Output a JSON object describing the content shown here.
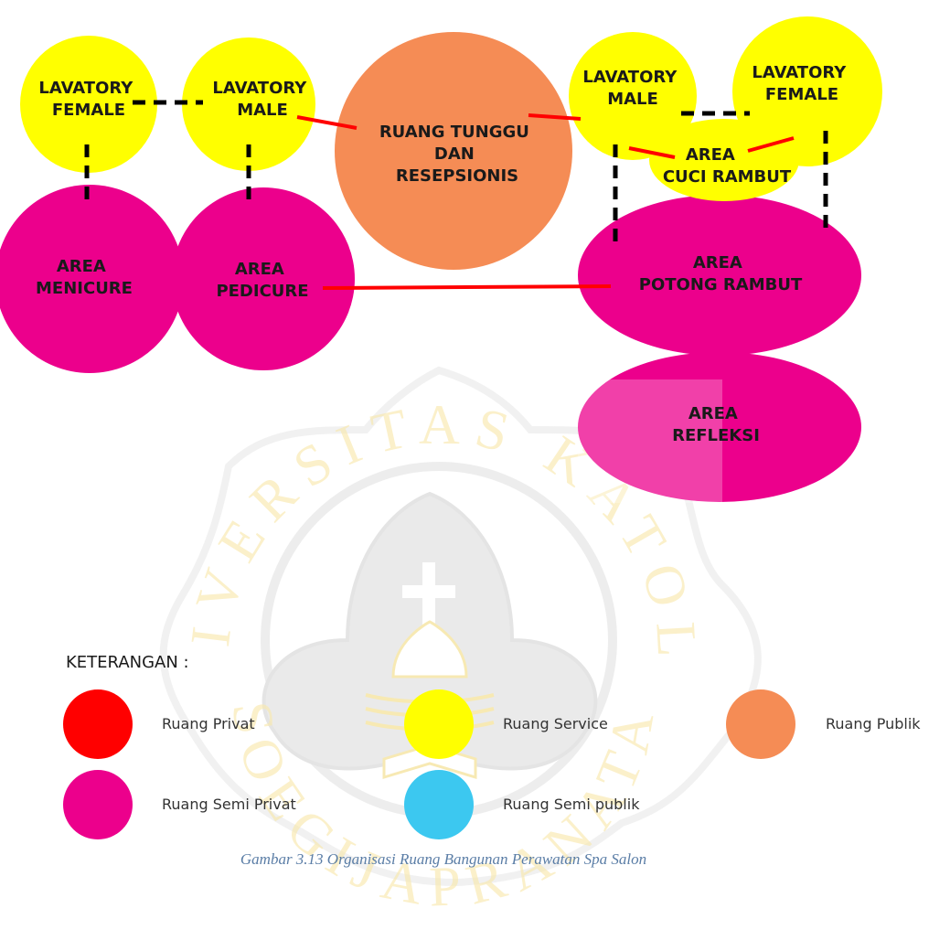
{
  "colors": {
    "service": "#ffff00",
    "semi_private": "#ec008c",
    "public": "#f58c55",
    "private": "#ff0000",
    "semi_public": "#3cc8f0",
    "private_link": "#ff0000",
    "service_link": "#000000",
    "watermark": "#f2d876"
  },
  "nodes": {
    "lav_female_left": {
      "lines": [
        "LAVATORY",
        "FEMALE"
      ],
      "type": "service"
    },
    "lav_male_left": {
      "lines": [
        "LAVATORY",
        "MALE"
      ],
      "type": "service"
    },
    "ruang_tunggu": {
      "lines": [
        "RUANG TUNGGU",
        "DAN",
        "RESEPSIONIS"
      ],
      "type": "public"
    },
    "lav_male_right": {
      "lines": [
        "LAVATORY",
        "MALE"
      ],
      "type": "service"
    },
    "lav_female_right": {
      "lines": [
        "LAVATORY",
        "FEMALE"
      ],
      "type": "service"
    },
    "cuci_rambut": {
      "lines": [
        "AREA",
        "CUCI RAMBUT"
      ],
      "type": "service"
    },
    "menicure": {
      "lines": [
        "AREA",
        "MENICURE"
      ],
      "type": "semi_private"
    },
    "pedicure": {
      "lines": [
        "AREA",
        "PEDICURE"
      ],
      "type": "semi_private"
    },
    "potong_rambut": {
      "lines": [
        "AREA",
        "POTONG RAMBUT"
      ],
      "type": "semi_private"
    },
    "refleksi": {
      "lines": [
        "AREA",
        "REFLEKSI"
      ],
      "type": "semi_private"
    }
  },
  "edges": [
    {
      "from": "lav_female_left",
      "to": "lav_male_left",
      "style": "dashed"
    },
    {
      "from": "lav_female_left",
      "to": "menicure",
      "style": "dashed"
    },
    {
      "from": "lav_male_left",
      "to": "pedicure",
      "style": "dashed"
    },
    {
      "from": "lav_male_left",
      "to": "ruang_tunggu",
      "style": "solid"
    },
    {
      "from": "ruang_tunggu",
      "to": "lav_male_right",
      "style": "solid"
    },
    {
      "from": "lav_male_right",
      "to": "lav_female_right",
      "style": "dashed"
    },
    {
      "from": "lav_male_right",
      "to": "cuci_rambut",
      "style": "solid"
    },
    {
      "from": "lav_female_right",
      "to": "cuci_rambut",
      "style": "solid"
    },
    {
      "from": "lav_male_right",
      "to": "potong_rambut",
      "style": "dashed"
    },
    {
      "from": "lav_female_right",
      "to": "potong_rambut",
      "style": "dashed"
    },
    {
      "from": "pedicure",
      "to": "potong_rambut",
      "style": "solid"
    }
  ],
  "legend": {
    "title": "KETERANGAN :",
    "items": [
      {
        "label": "Ruang Privat",
        "color": "#ff0000"
      },
      {
        "label": "Ruang Service",
        "color": "#ffff00"
      },
      {
        "label": "Ruang Publik",
        "color": "#f58c55"
      },
      {
        "label": "Ruang Semi Privat",
        "color": "#ec008c"
      },
      {
        "label": "Ruang Semi publik",
        "color": "#3cc8f0"
      }
    ]
  },
  "caption": "Gambar 3.13 Organisasi Ruang Bangunan Perawatan Spa Salon",
  "watermark": {
    "top_text": "UNIVERSITAS KATOLIK",
    "bottom_text": "SOEGIJAPRANATA"
  }
}
